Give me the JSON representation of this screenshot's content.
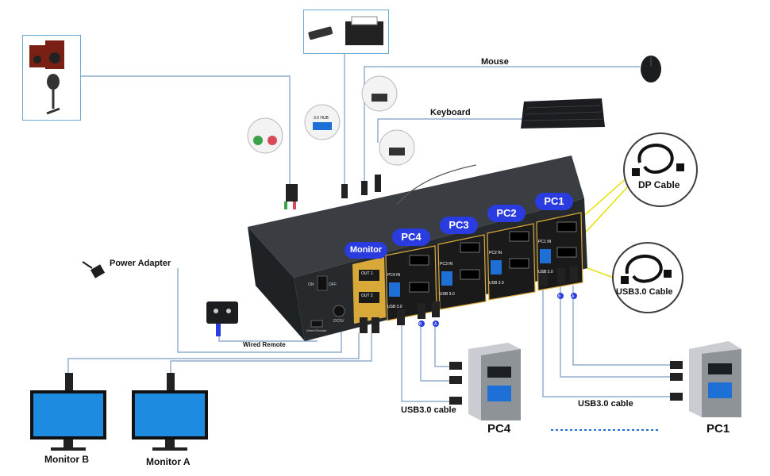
{
  "labels": {
    "mouse": "Mouse",
    "keyboard": "Keyboard",
    "power_adapter": "Power Adapter",
    "dp_cable": "DP Cable",
    "usb_cable_badge": "USB3.0 Cable",
    "wired_remote": "Wired Remote",
    "usb_cable_left": "USB3.0 cable",
    "usb_cable_right": "USB3.0 cable",
    "pc4": "PC4",
    "pc1": "PC1",
    "monitor_a": "Monitor A",
    "monitor_b": "Monitor B"
  },
  "device_labels": {
    "monitor": "Monitor",
    "pc4": "PC4",
    "pc3": "PC3",
    "pc2": "PC2",
    "pc1": "PC1"
  },
  "panel_text": {
    "out1": "OUT 1",
    "out2": "OUT 2",
    "usb30": "USB 3.0",
    "pc4_in": "PC4 IN",
    "pc3_in": "PC3 IN",
    "pc2_in": "PC2 IN",
    "pc1_in": "PC1 IN",
    "dc5v": "DC5V",
    "on": "ON",
    "off": "OFF",
    "wired_remote_port": "Wired Remote",
    "hub": "3.0 HUB",
    "port_b": "B",
    "port_a": "A"
  },
  "colors": {
    "pill_blue": "#2a3be0",
    "frame_blue": "#6aa8d6",
    "cable_line": "#7a9cc4",
    "dp_highlight": "#e8e000",
    "device_body": "#2b2f33",
    "gold_panel": "#d8a838"
  }
}
